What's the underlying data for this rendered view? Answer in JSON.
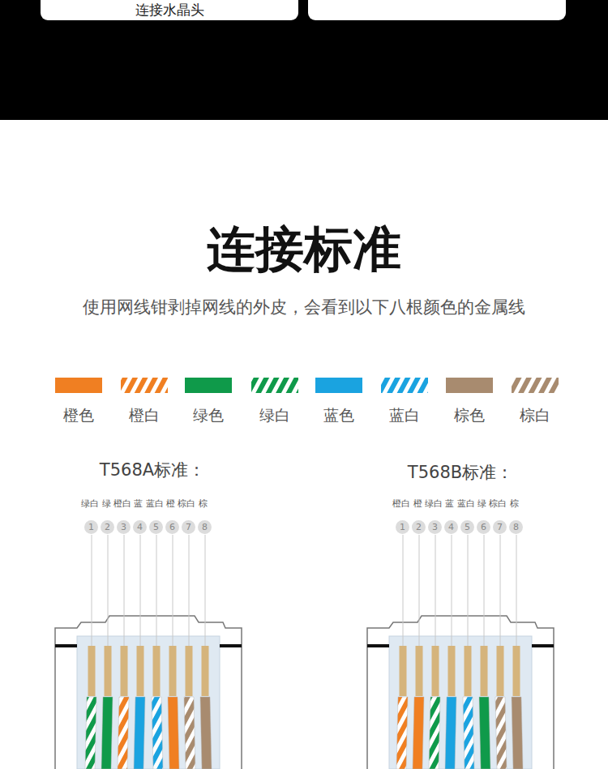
{
  "diagram": {
    "title": "连接标准",
    "nodes": [
      {
        "text": [
          "连接水晶头"
        ]
      },
      {
        "text": [
          "1"
        ]
      },
      {
        "text": [
          "2"
        ]
      },
      {
        "text": [
          "3"
        ]
      },
      {
        "text": [
          "4"
        ]
      },
      {
        "text": [
          "5"
        ]
      },
      {
        "text": [
          "6"
        ]
      },
      {
        "text": [
          "7"
        ]
      },
      {
        "text": [
          "8"
        ]
      },
      {
        "text": [
          "1"
        ]
      },
      {
        "text": [
          "2"
        ]
      },
      {
        "text": [
          "3"
        ]
      },
      {
        "text": [
          "4"
        ]
      },
      {
        "text": [
          "5"
        ]
      },
      {
        "text": [
          "6"
        ]
      },
      {
        "text": [
          "7"
        ]
      },
      {
        "text": [
          "8"
        ]
      }
    ],
    "labels": [
      "使用网线钳剥掉网线的外皮，会看到以下八根颜色的金属线",
      "T568A标准：",
      "绿白 绿 橙白 蓝 蓝白 橙 棕白 棕",
      "T568B标准：",
      "橙白 橙 绿白 蓝 蓝白 绿 棕白 棕"
    ],
    "legend": [
      {
        "text": "橙色",
        "color": "#f07f22"
      },
      {
        "text": "橙白"
      },
      {
        "text": "绿色",
        "color": "#0f9a4a"
      },
      {
        "text": "绿白"
      },
      {
        "text": "蓝色",
        "color": "#1aa3e0"
      },
      {
        "text": "蓝白"
      },
      {
        "text": "棕色",
        "color": "#a88b6f"
      },
      {
        "text": "棕白"
      }
    ]
  }
}
